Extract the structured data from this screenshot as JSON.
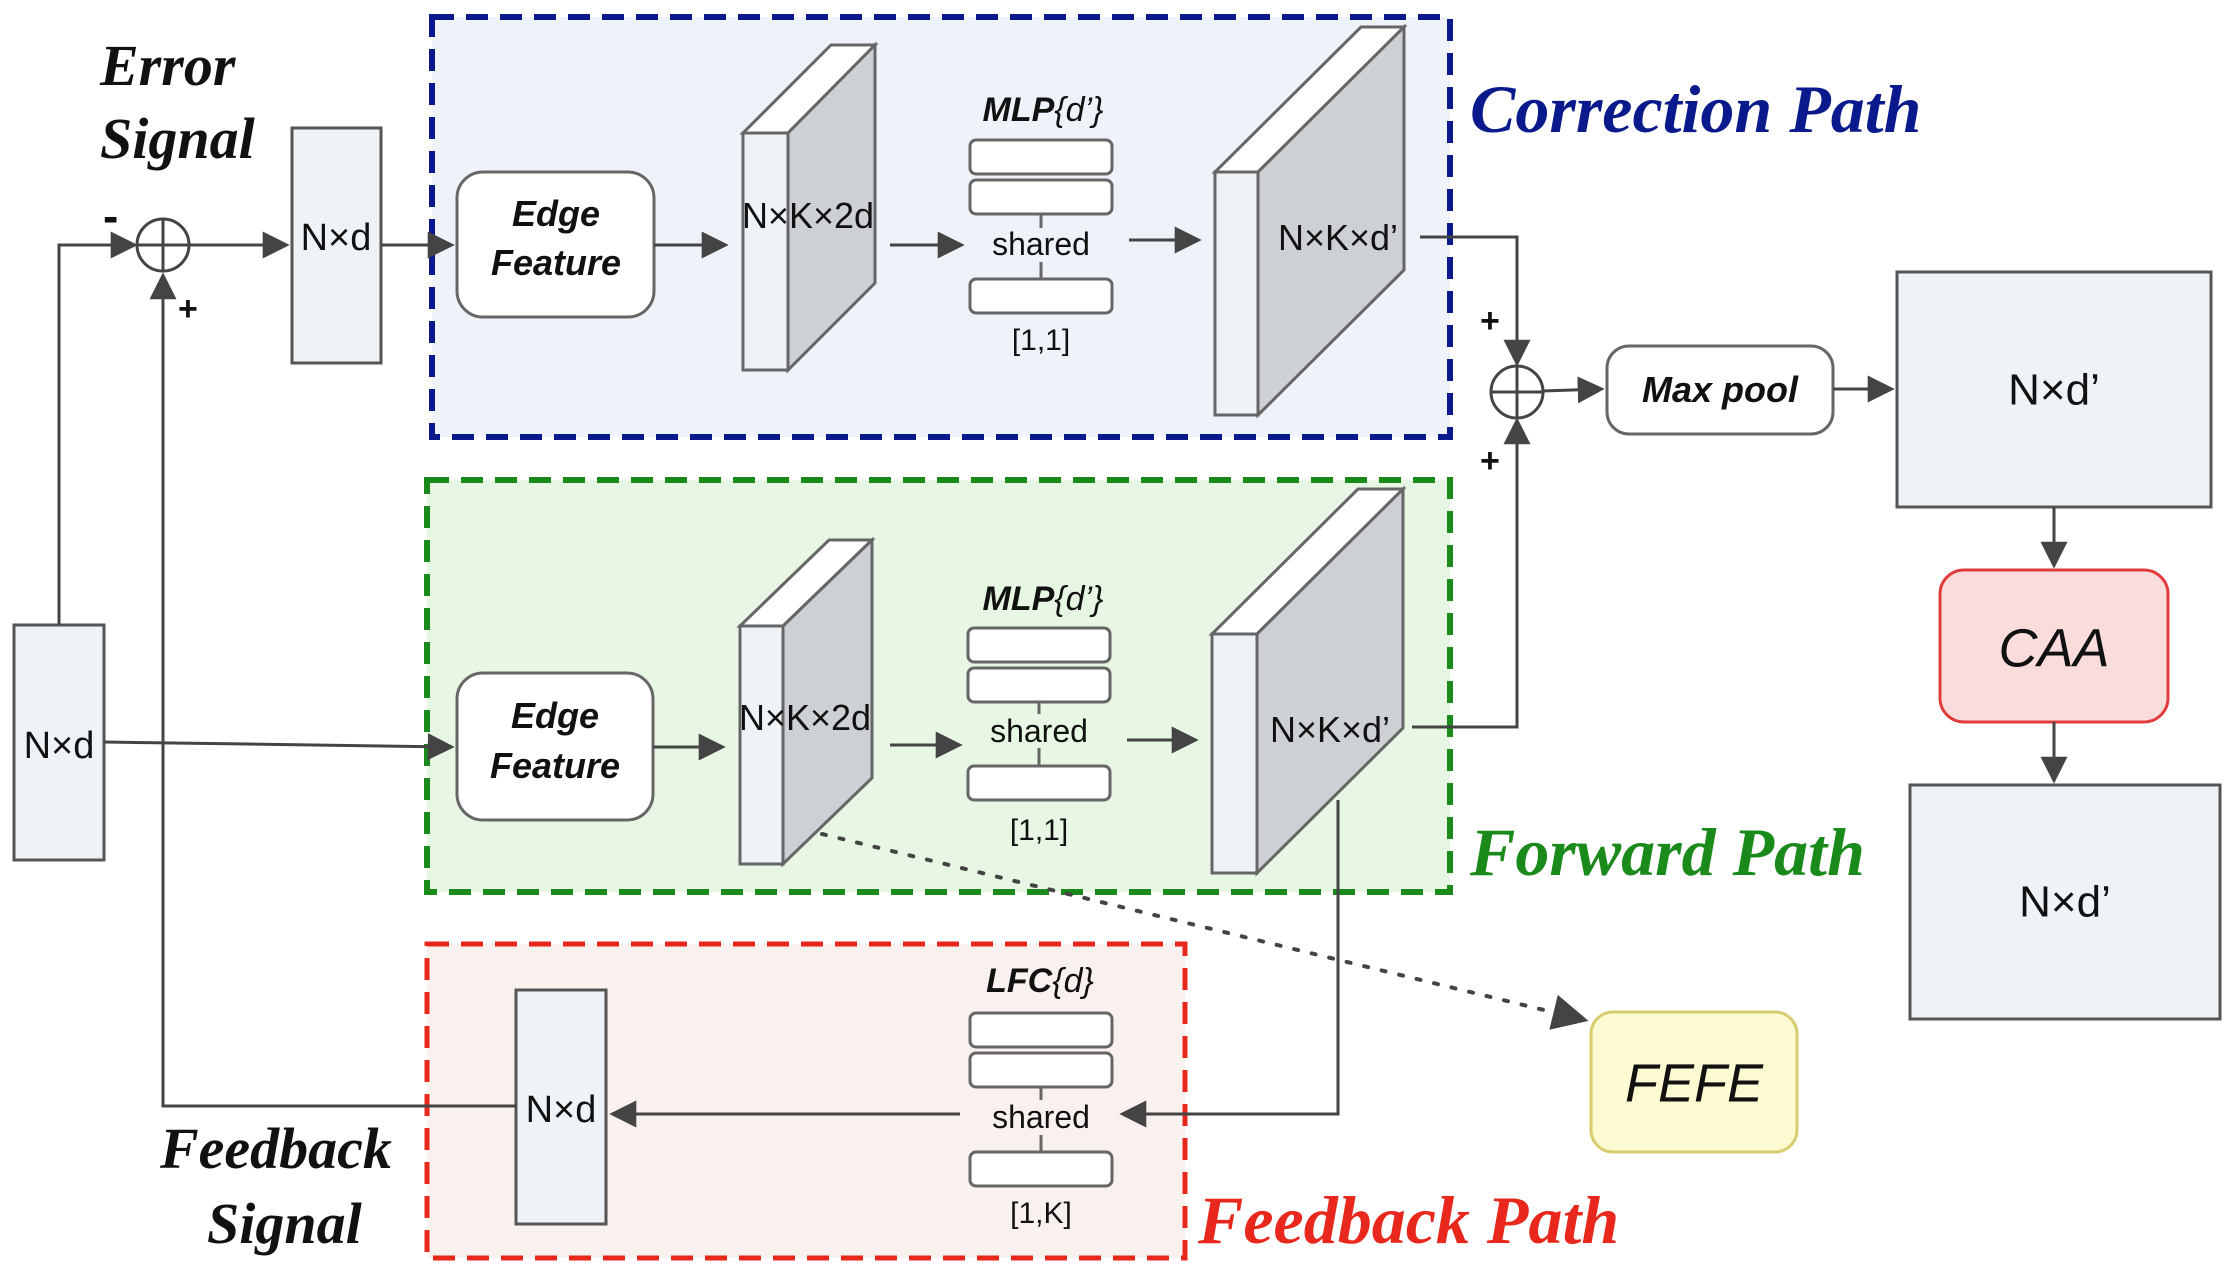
{
  "signals": {
    "error_signal": [
      "Error",
      "Signal"
    ],
    "feedback_signal": [
      "Feedback",
      "Signal"
    ],
    "minus": "-",
    "plus": "+"
  },
  "paths": {
    "correction": {
      "title": "Correction Path",
      "color": "#0a1a8c",
      "fill": "#eef3fa"
    },
    "forward": {
      "title": "Forward Path",
      "color": "#1a8a1a",
      "fill": "#e8f7e4"
    },
    "feedback": {
      "title": "Feedback Path",
      "color": "#e8281c",
      "fill": "#f9f1ee"
    }
  },
  "blocks": {
    "input_nd": "N×d",
    "error_nd": "N×d",
    "edge_feature": [
      "Edge",
      "Feature"
    ],
    "nk2d": "N×K×2d",
    "nkd_prime": "N×K×d’",
    "mlp_label": "MLP",
    "mlp_arg": "{d’}",
    "shared": "shared",
    "kernel_11": "[1,1]",
    "max_pool": "Max pool",
    "out_nd1": "N×d’",
    "caa": "CAA",
    "out_nd2": "N×d’",
    "fefe": "FEFE",
    "lfc_label": "LFC",
    "lfc_arg": "{d}",
    "kernel_1k": "[1,K]",
    "feedback_nd": "N×d"
  },
  "colors": {
    "caa_fill": "#fbdcdc",
    "caa_stroke": "#e03c3c",
    "fefe_fill": "#fcfad0",
    "fefe_stroke": "#d8cc70",
    "block_fill": "#eef3f8",
    "shade": "#cdd0d4",
    "line": "#444444"
  }
}
